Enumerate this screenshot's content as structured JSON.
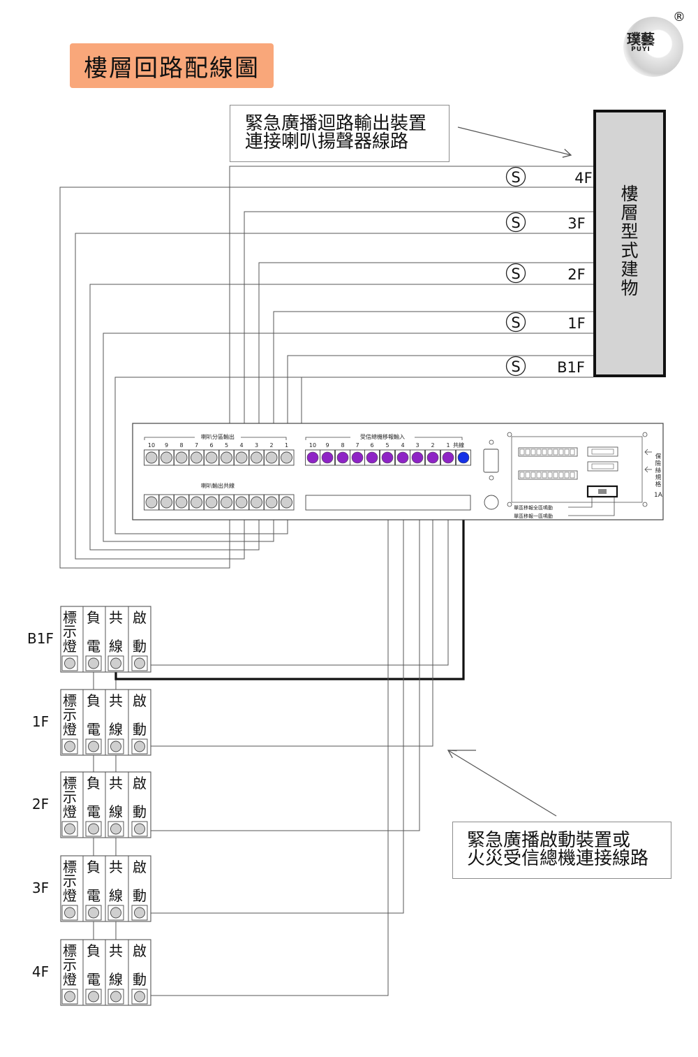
{
  "title": "樓層回路配線圖",
  "logo": {
    "cn": "璞藝",
    "en": "PUYI",
    "registered": "®"
  },
  "callouts": {
    "speaker": [
      "緊急廣播迴路輸出裝置",
      "連接喇叭揚聲器線路"
    ],
    "start": [
      "緊急廣播啟動裝置或",
      "火災受信總機連接線路"
    ]
  },
  "building": {
    "label": "樓層型式建物"
  },
  "speaker_symbol": "S",
  "speaker_floors": [
    "4F",
    "3F",
    "2F",
    "1F",
    "B1F"
  ],
  "controller": {
    "zone_output_label": "喇叭分區輸出",
    "common_output_label": "喇叭輸出共線",
    "receiver_input_label": "受信總機移報輸入",
    "terminal_numbers": [
      "10",
      "9",
      "8",
      "7",
      "6",
      "5",
      "4",
      "3",
      "2",
      "1"
    ],
    "common_label": "共線",
    "fuse_label": "保險絲規格",
    "fuse_rating": "1A",
    "single_zone_all": "單區移報全區鳴動",
    "single_zone_one": "單區移報一區鳴動"
  },
  "floor_boxes": {
    "floors": [
      "B1F",
      "1F",
      "2F",
      "3F",
      "4F"
    ],
    "columns": [
      {
        "top": "標",
        "mid": "示",
        "bottom": "燈"
      },
      {
        "top": "負",
        "mid": "",
        "bottom": "電"
      },
      {
        "top": "共",
        "mid": "",
        "bottom": "線"
      },
      {
        "top": "啟",
        "mid": "",
        "bottom": "動"
      }
    ]
  },
  "colors": {
    "title_badge": "#f9a77a",
    "terminal_purple": "#8e24c5",
    "terminal_blue": "#1530e6",
    "building_fill": "#d4d4d4",
    "wire": "#555555",
    "heavy_wire": "#111111"
  }
}
